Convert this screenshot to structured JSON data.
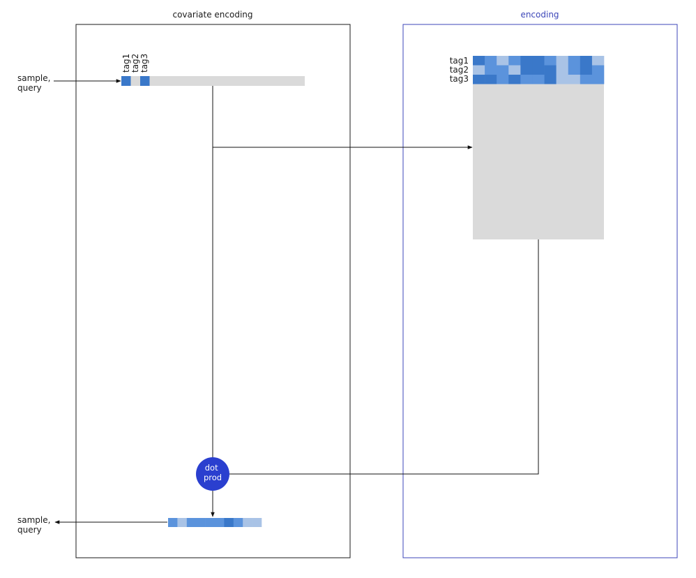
{
  "titles": {
    "covariate": "covariate encoding",
    "encoding": "encoding"
  },
  "input_label": [
    "sample,",
    "query"
  ],
  "output_label": [
    "sample,",
    "query"
  ],
  "input_tags": [
    "tag1",
    "tag2",
    "tag3"
  ],
  "matrix_tags": [
    "tag1",
    "tag2",
    "tag3"
  ],
  "node_label": [
    "dot",
    "prod"
  ],
  "colors": {
    "frame_left": "#1a1a1a",
    "frame_right": "#3c46b8",
    "node": "#2a3fcf",
    "placeholder": "#dadada",
    "blue_dark": "#3a78c9",
    "blue_mid": "#5b93dc",
    "blue_light": "#a9c3e6"
  },
  "input_vector_cells": [
    "dark",
    "empty",
    "dark"
  ],
  "matrix_rows": [
    [
      "dark",
      "mid",
      "light",
      "mid",
      "dark",
      "dark",
      "mid",
      "light",
      "mid",
      "dark",
      "light"
    ],
    [
      "light",
      "mid",
      "mid",
      "light",
      "dark",
      "dark",
      "dark",
      "light",
      "mid",
      "dark",
      "mid"
    ],
    [
      "dark",
      "dark",
      "mid",
      "dark",
      "mid",
      "mid",
      "dark",
      "light",
      "light",
      "mid",
      "mid"
    ]
  ],
  "output_vector_cells": [
    "mid",
    "light",
    "mid",
    "mid",
    "mid",
    "mid",
    "dark",
    "mid",
    "light",
    "light"
  ]
}
